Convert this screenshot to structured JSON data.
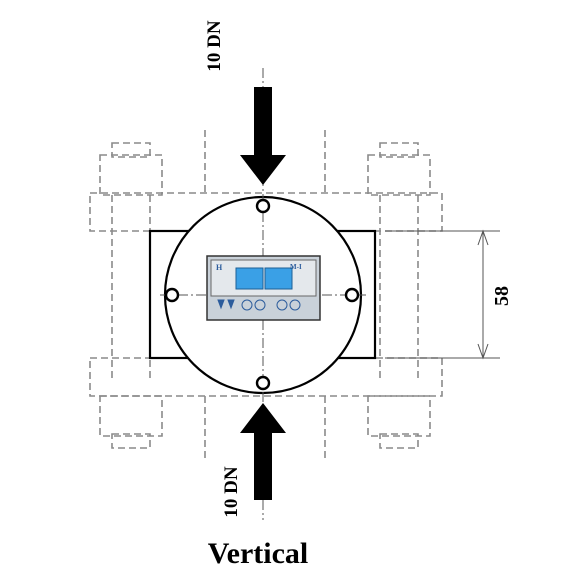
{
  "labels": {
    "flow_top": "10 DN",
    "flow_bottom": "10 DN",
    "dimension": "58",
    "orientation": "Vertical"
  },
  "display": {
    "top_left_mark": "H",
    "top_right_mark": "M-I"
  },
  "colors": {
    "line": "#000000",
    "dash": "#8a8a8a",
    "display_panel": "#c9d1d9",
    "display_screen": "#3aa0e6",
    "display_icons": "#2c5c9c"
  }
}
